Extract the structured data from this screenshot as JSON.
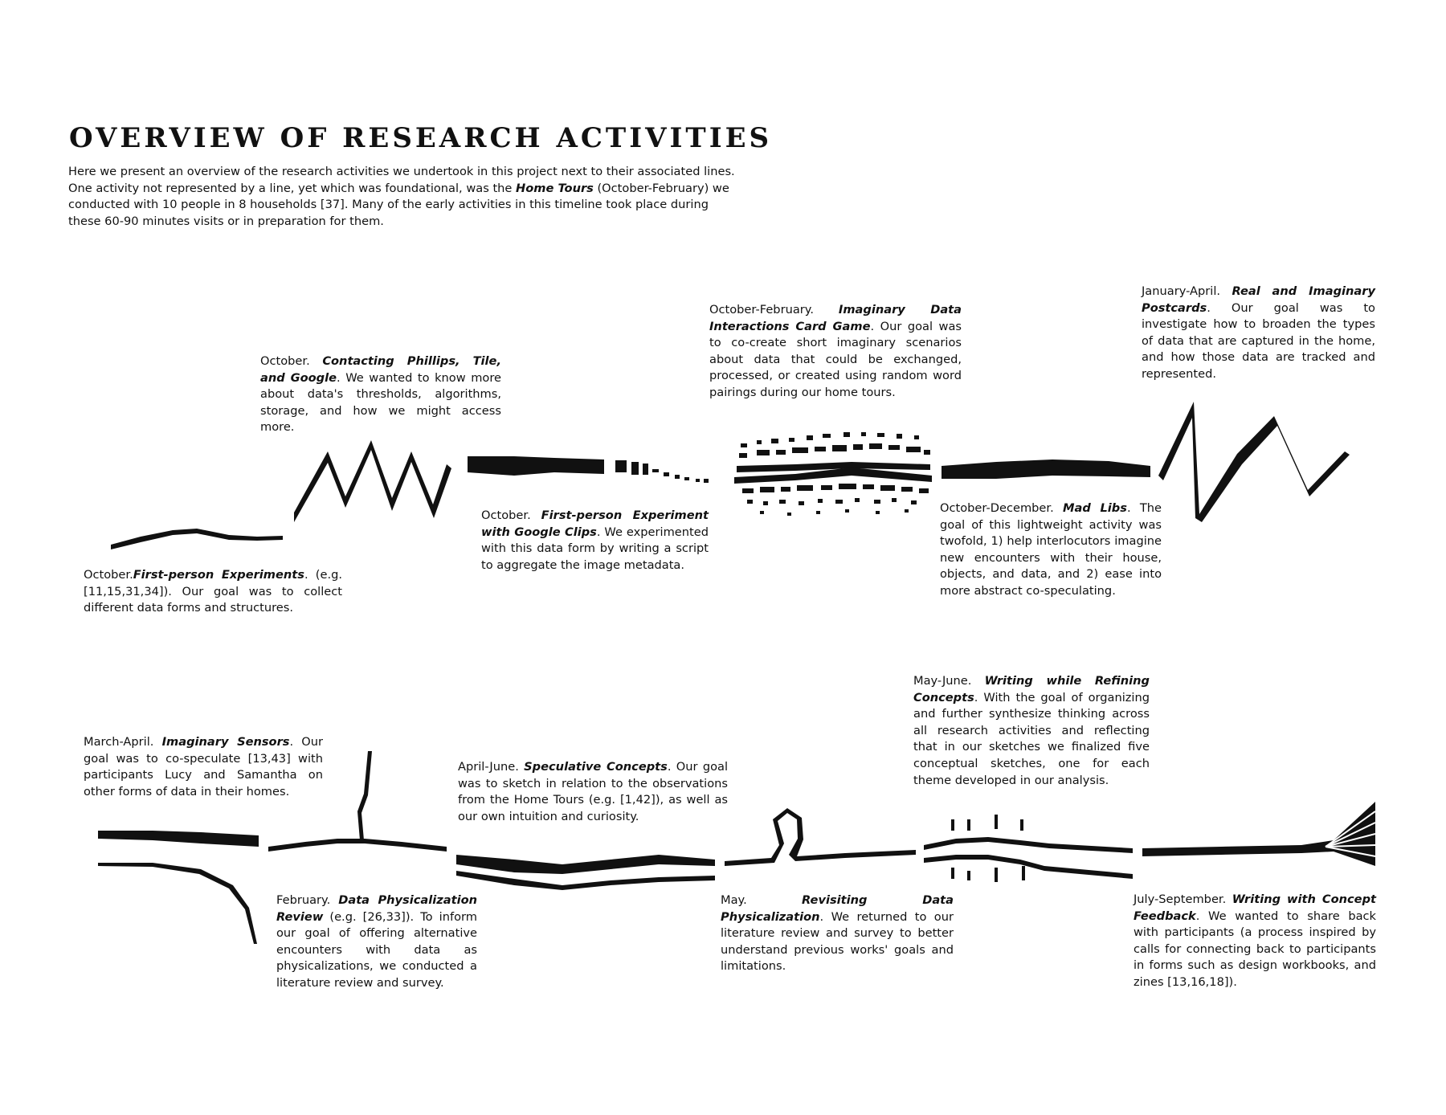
{
  "title": "OVERVIEW OF RESEARCH ACTIVITIES",
  "intro": {
    "p1": "Here we present an overview of the research activities we undertook in this project next to their associated lines. One activity not represented by a line, yet which was foundational, was the ",
    "em": "Home Tours",
    "p2": " (October-February) we conducted with 10 people in 8 households [37]. Many of the early activities in this timeline took place during these 60-90 minutes visits or in preparation for them."
  },
  "activities": [
    {
      "period": "October.",
      "name": "First-person Experiments",
      "text": ". (e.g. [11,15,31,34]). Our goal was to collect different data forms and structures."
    },
    {
      "period": "October. ",
      "name": "Contacting Phillips, Tile, and Google",
      "text": ". We wanted to know more about data's thresholds, algorithms, storage, and how we might access more."
    },
    {
      "period": "October. ",
      "name": "First-person Experiment with Google Clips",
      "text": ". We experimented with this data form by writing a script to aggregate the image metadata."
    },
    {
      "period": "October-February. ",
      "name": "Imaginary Data Interactions Card Game",
      "text": ". Our goal was to co-create short imaginary scenarios about data that could be exchanged, processed, or created using random word pairings during our home tours."
    },
    {
      "period": "October-December. ",
      "name": "Mad Libs",
      "text": ". The goal of this lightweight activity was twofold, 1) help interlocutors imagine new encounters with their house, objects, and data, and 2) ease into more abstract co-speculating."
    },
    {
      "period": "January-April. ",
      "name": "Real and Imaginary Postcards",
      "text": ". Our goal was to investigate how to broaden the types of data that are captured in the home, and how those data are tracked and represented."
    },
    {
      "period": "March-April. ",
      "name": "Imaginary Sensors",
      "text": ". Our goal was to co-speculate [13,43] with participants Lucy and Samantha on other forms of data in their homes."
    },
    {
      "period": "February. ",
      "name": "Data Physicalization Review",
      "text": " (e.g. [26,33]). To inform our goal of offering alternative encounters with data as physicalizations, we conducted a literature review and survey."
    },
    {
      "period": "April-June. ",
      "name": "Speculative Concepts",
      "text": ". Our goal was to sketch in relation to the observations from the Home Tours (e.g. [1,42]), as well as our own intuition and curiosity."
    },
    {
      "period": "May. ",
      "name": "Revisiting Data Physicalization",
      "text": ". We returned to our literature review and survey to better understand previous works' goals and limitations."
    },
    {
      "period": "May-June. ",
      "name": "Writing while Refining Concepts",
      "text": ". With the goal of organizing and further synthesize thinking across all research activities and reflecting that in our sketches we finalized five conceptual sketches, one for each theme developed in our analysis."
    },
    {
      "period": "July-September. ",
      "name": "Writing with Concept Feedback",
      "text": ". We wanted to share back with participants (a process inspired by calls for connecting back to participants in forms such as design workbooks, and zines [13,16,18])."
    }
  ]
}
